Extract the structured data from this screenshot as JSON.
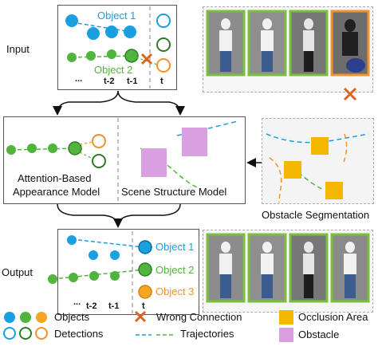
{
  "labels": {
    "input": "Input",
    "output": "Output",
    "appearance_model_line1": "Attention-Based",
    "appearance_model_line2": "Appearance Model",
    "scene_model": "Scene Structure Model",
    "obstacle_segmentation": "Obstacle Segmentation"
  },
  "input_panel": {
    "object1": "Object 1",
    "object2": "Object 2",
    "ellipsis": "...",
    "t_minus_2": "t-2",
    "t_minus_1": "t-1",
    "t": "t"
  },
  "output_panel": {
    "object1": "Object 1",
    "object2": "Object 2",
    "object3": "Object 3",
    "ellipsis": "...",
    "t_minus_2": "t-2",
    "t_minus_1": "t-1",
    "t": "t"
  },
  "legend": {
    "objects": "Objects",
    "detections": "Detections",
    "wrong_connection": "Wrong Connection",
    "trajectories": "Trajectories",
    "occlusion_area": "Occlusion Area",
    "obstacle": "Obstacle"
  },
  "colors": {
    "blue": "#1a9fe0",
    "green": "#4fb53c",
    "orange": "#f0922e",
    "wrong": "#d9661f",
    "occlusion": "#f5b800",
    "obstacle": "#d99fe0",
    "photo_border_green": "#7bbf3f",
    "photo_border_orange": "#f0922e"
  }
}
